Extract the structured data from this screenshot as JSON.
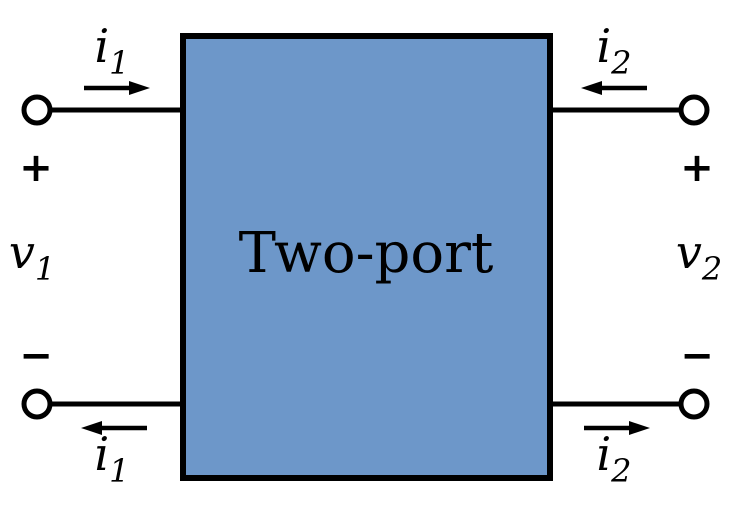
{
  "diagram": {
    "title": "Two-port",
    "box_fill": "#6d97c9",
    "line_color": "#000000",
    "ports": {
      "left": {
        "current_label": {
          "base": "i",
          "sub": "1"
        },
        "voltage_label": {
          "base": "v",
          "sub": "1"
        },
        "plus": "+",
        "minus": "−"
      },
      "right": {
        "current_label": {
          "base": "i",
          "sub": "2"
        },
        "voltage_label": {
          "base": "v",
          "sub": "2"
        },
        "plus": "+",
        "minus": "−"
      }
    }
  }
}
